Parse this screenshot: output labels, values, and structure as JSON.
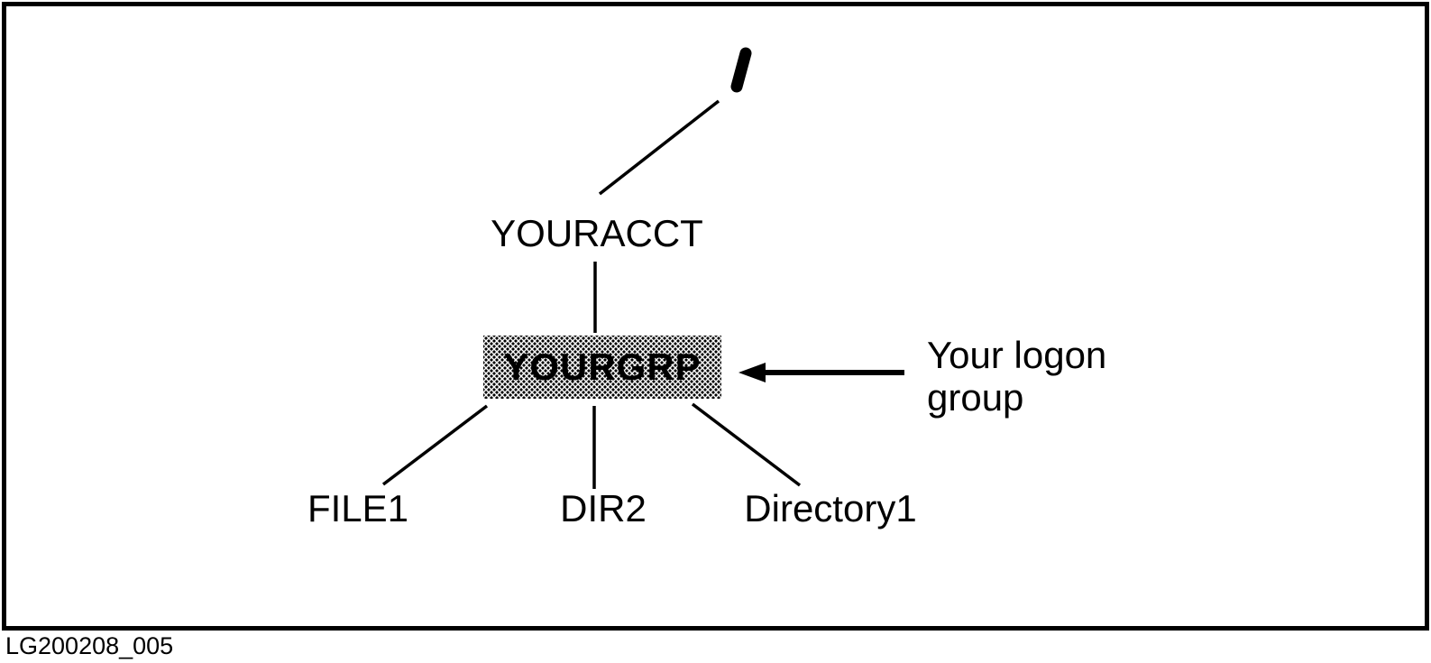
{
  "figure": {
    "caption": "LG200208_005",
    "colors": {
      "ink": "#000000",
      "background": "#ffffff",
      "group_box_pattern": "halftone-dot-stipple"
    },
    "root": {
      "label": "/",
      "icon": "root-slash-icon"
    },
    "tree": {
      "account": "YOURACCT",
      "group": "YOURGRP",
      "children": [
        "FILE1",
        "DIR2",
        "Directory1"
      ]
    },
    "annotation": {
      "line1": "Your logon",
      "line2": "group",
      "arrow_icon": "arrow-left-icon"
    }
  }
}
